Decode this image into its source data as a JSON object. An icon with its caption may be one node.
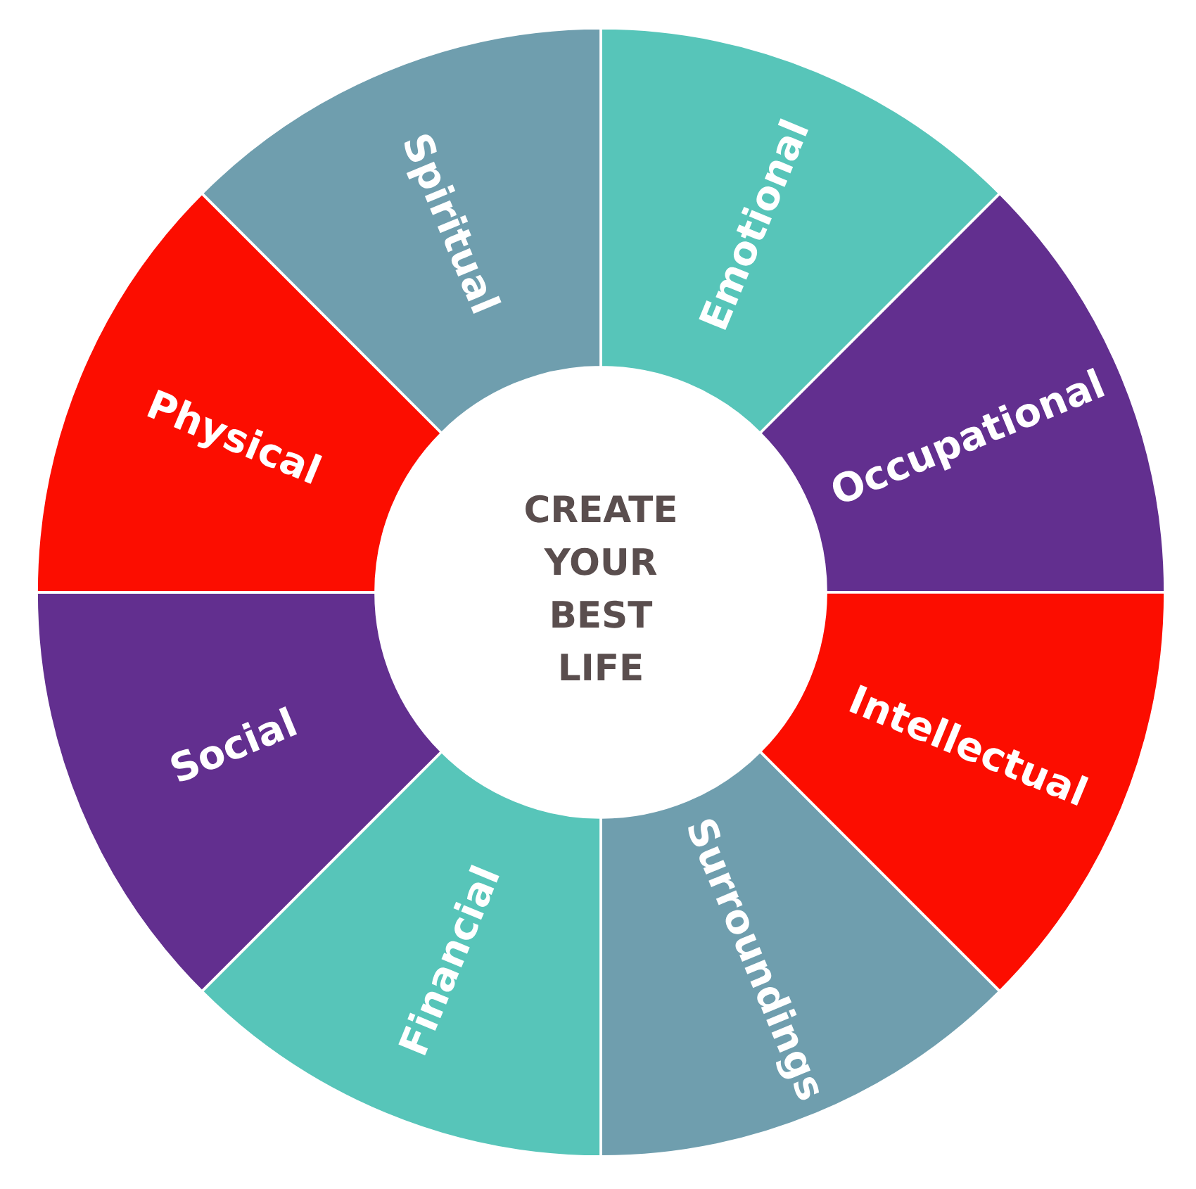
{
  "diagram": {
    "nodes": [
      {
        "text": [
          "Emotional"
        ]
      },
      {
        "text": [
          "Occupational"
        ]
      },
      {
        "text": [
          "Intellectual"
        ]
      },
      {
        "text": [
          "Surroundings"
        ]
      },
      {
        "text": [
          "Financial"
        ]
      },
      {
        "text": [
          "Social"
        ]
      },
      {
        "text": [
          "Physical"
        ]
      },
      {
        "text": [
          "Spiritual"
        ]
      },
      {
        "text": [
          "CREATE YOUR BEST LIFE"
        ]
      }
    ]
  }
}
